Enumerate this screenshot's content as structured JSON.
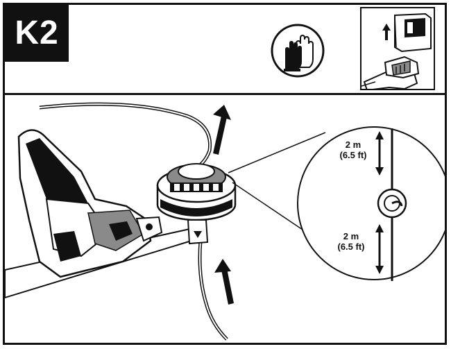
{
  "step": {
    "label": "K2"
  },
  "icons": {
    "gloves": "gloves-icon",
    "battery_remove": "battery-remove-icon",
    "up_arrow": "up-arrow-icon"
  },
  "measurements": {
    "top": {
      "value": "2 m",
      "imperial": "(6.5 ft)"
    },
    "bottom": {
      "value": "2 m",
      "imperial": "(6.5 ft)"
    }
  },
  "colors": {
    "ink": "#111111",
    "background": "#ffffff",
    "shade": "#8a8a8a"
  }
}
